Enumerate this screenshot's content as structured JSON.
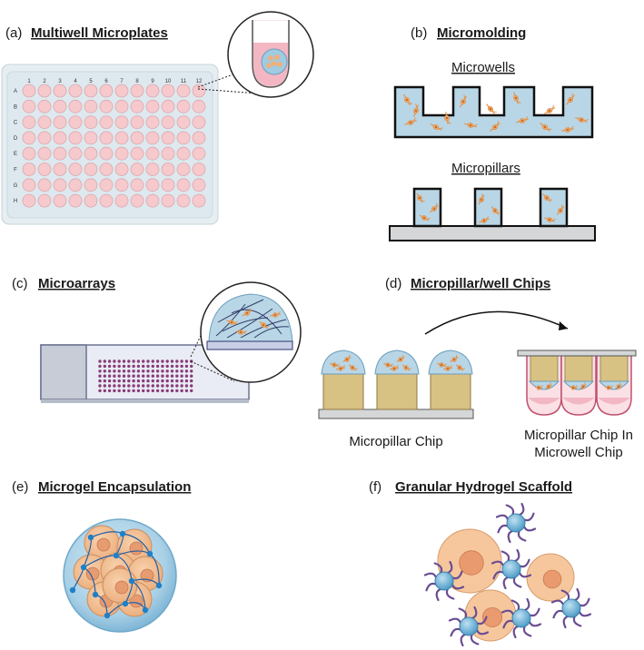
{
  "panels": {
    "a": {
      "tag": "(a)",
      "title": "Multiwell Microplates",
      "cols": [
        "1",
        "2",
        "3",
        "4",
        "5",
        "6",
        "7",
        "8",
        "9",
        "10",
        "11",
        "12"
      ],
      "rows": [
        "A",
        "B",
        "C",
        "D",
        "E",
        "F",
        "G",
        "H"
      ]
    },
    "b": {
      "tag": "(b)",
      "title": "Micromolding",
      "microwells": "Microwells",
      "micropillars": "Micropillars"
    },
    "c": {
      "tag": "(c)",
      "title": "Microarrays"
    },
    "d": {
      "tag": "(d)",
      "title": "Micropillar/well Chips",
      "left_caption": "Micropillar Chip",
      "right_caption_line1": "Micropillar Chip In",
      "right_caption_line2": "Microwell Chip"
    },
    "e": {
      "tag": "(e)",
      "title": "Microgel Encapsulation"
    },
    "f": {
      "tag": "(f)",
      "title": "Granular Hydrogel Scaffold"
    }
  },
  "colors": {
    "well_fill": "#f6c9cc",
    "plate": "#dde9ef",
    "hydrogel": "#b9d6e6",
    "cell": "#f0b889",
    "pillar": "#d8c283",
    "base": "#d4d6d8",
    "gel_blue": "#3aa0d8",
    "strand": "#6a4c93"
  }
}
